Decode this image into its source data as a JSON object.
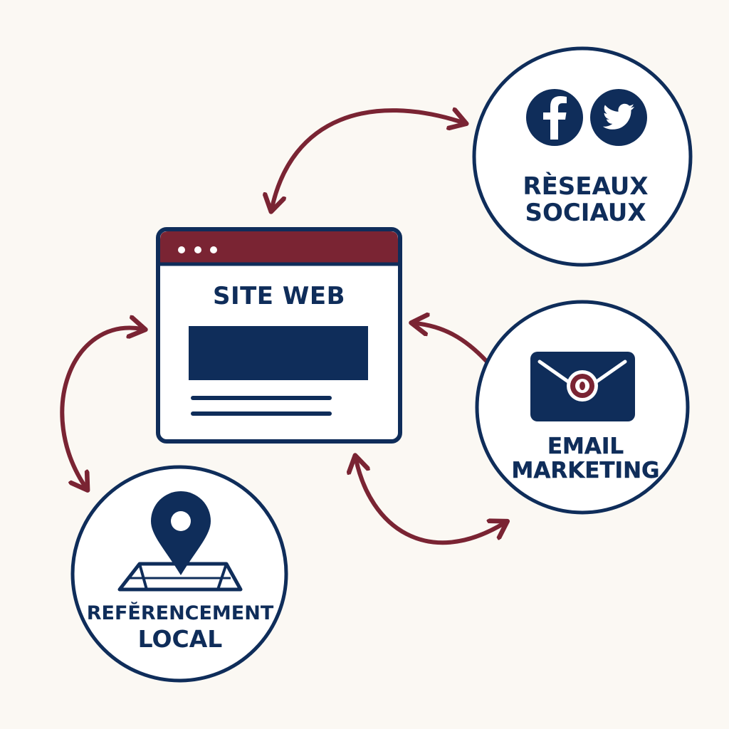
{
  "colors": {
    "background": "#fbf8f3",
    "navy": "#0f2d5a",
    "maroon": "#7a2433",
    "white": "#ffffff"
  },
  "site_web": {
    "label": "SITE WEB"
  },
  "reseaux_sociaux": {
    "line1": "RÈSEAUX",
    "line2": "SOCIAUX",
    "icons": [
      "facebook-icon",
      "twitter-icon"
    ]
  },
  "email_marketing": {
    "line1": "EMAIL",
    "line2": "MARKETING",
    "icon": "envelope-icon"
  },
  "referencement_local": {
    "line1": "REFĔRENCEMENT",
    "line2": "LOCAL",
    "icon": "map-pin-icon"
  },
  "connections": [
    {
      "from": "site-web",
      "to": "reseaux-sociaux",
      "direction": "bidirectional"
    },
    {
      "from": "email-marketing",
      "to": "site-web",
      "direction": "to-site"
    },
    {
      "from": "site-web",
      "to": "email-marketing",
      "direction": "bidirectional"
    },
    {
      "from": "site-web",
      "to": "referencement-local",
      "direction": "bidirectional"
    }
  ]
}
